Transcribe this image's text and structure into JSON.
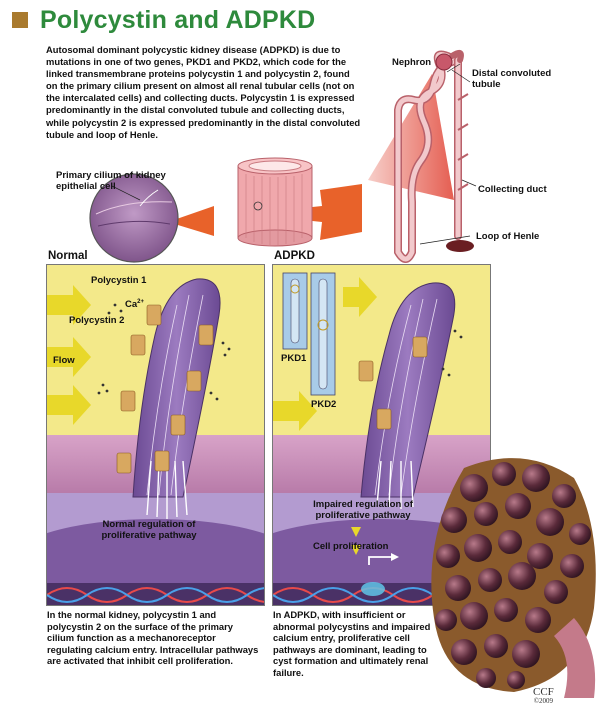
{
  "title": "Polycystin and ADPKD",
  "intro": "Autosomal dominant polycystic kidney disease (ADPKD) is due to mutations in one of two genes, PKD1 and PKD2, which code for the linked transmembrane proteins polycystin 1 and polycystin 2, found on the primary cilium present on almost all renal tubular cells (not on the intercalated cells) and collecting ducts. Polycystin 1 is expressed predominantly in the distal convoluted tubule and collecting ducts, while polycystin 2 is expressed predominantly in the distal convoluted tubule and loop of Henle.",
  "nephron": {
    "nephron": "Nephron",
    "distal": "Distal convoluted tubule",
    "collecting": "Collecting duct",
    "henle": "Loop of Henle",
    "cilium": "Primary cilium of kidney epithelial cell"
  },
  "normal": {
    "heading": "Normal",
    "polycystin1": "Polycystin 1",
    "ca": "Ca",
    "ca_sup": "2+",
    "polycystin2": "Polycystin 2",
    "flow": "Flow",
    "regulation": "Normal regulation of proliferative pathway",
    "caption": "In the normal kidney, polycystin 1 and polycystin 2 on the surface of the primary cilium function as a mechanoreceptor regulating calcium entry. Intracellular pathways are activated that inhibit cell proliferation."
  },
  "adpkd": {
    "heading": "ADPKD",
    "pkd1": "PKD1",
    "pkd2": "PKD2",
    "impaired": "Impaired regulation of proliferative pathway",
    "proliferation": "Cell proliferation",
    "caption": "In ADPKD, with insufficient or abnormal polycystins and impaired calcium entry, proliferative cell pathways are dominant, leading to cyst formation and ultimately renal failure."
  },
  "copyright": {
    "org": "CCF",
    "year": "©2009"
  },
  "colors": {
    "title": "#2e8a3c",
    "title_mark": "#a97a2e",
    "flow_yellow": "#f3e98a",
    "arrow_yellow": "#e8d82a",
    "cilium_purple": "#8a63a8",
    "tissue_pink": "#e8a8b8",
    "arrow_orange": "#e8622a",
    "nucleus_purple": "#7d5aa0",
    "kidney_brown": "#6b3a20"
  }
}
